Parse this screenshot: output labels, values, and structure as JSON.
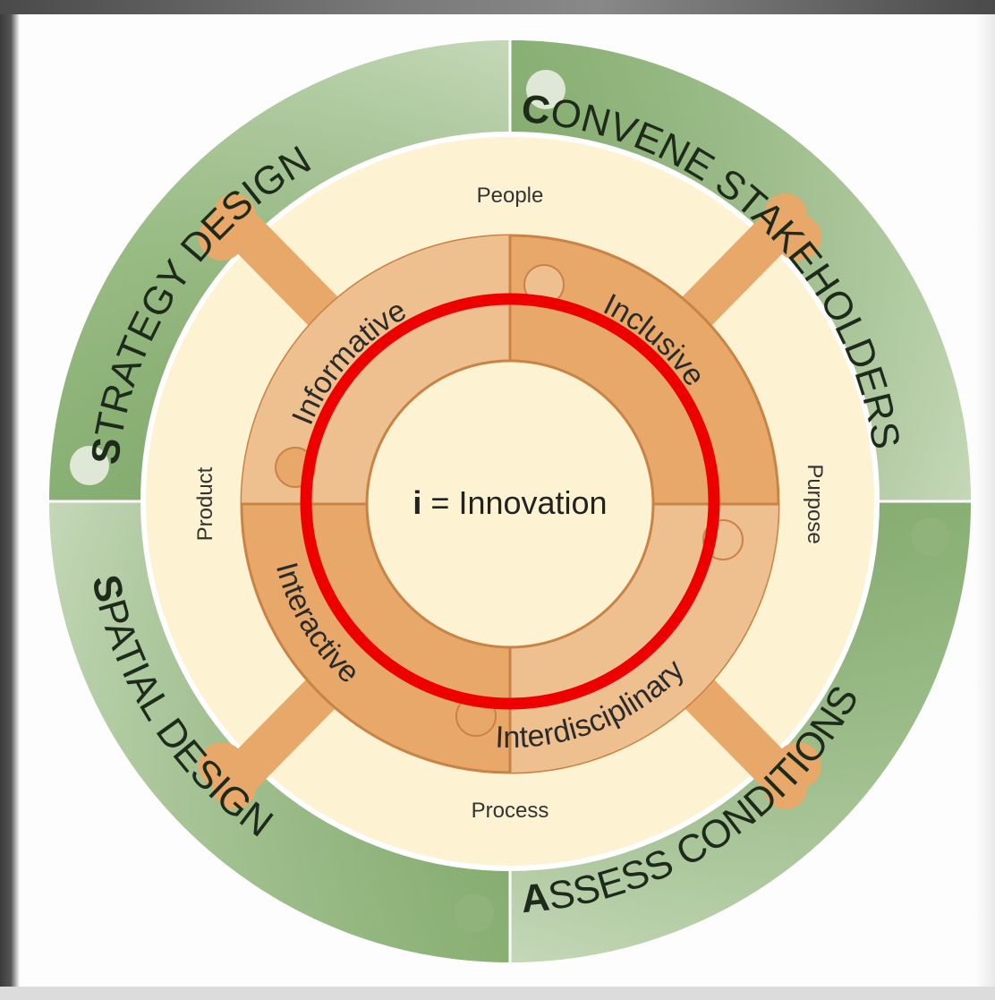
{
  "outer_ring": {
    "strategy": {
      "initial": "S",
      "rest": "TRATEGY DESIGN"
    },
    "convene": {
      "initial": "C",
      "rest": "ONVENE STAKEHOLDERS"
    },
    "assess": {
      "initial": "A",
      "rest": "SSESS CONDITIONS"
    },
    "spatial": {
      "initial": "S",
      "rest": "PATIAL DESIGN"
    }
  },
  "middle_ring": {
    "top": "People",
    "right": "Purpose",
    "bottom": "Process",
    "left": "Product"
  },
  "inner_ring": {
    "tl": "Informative",
    "tr": "Inclusive",
    "br": "Interdisciplinary",
    "bl": "Interactive"
  },
  "center": {
    "bold": "i",
    "rest": " = Innovation"
  },
  "colors": {
    "outer_green": "#8fb37a",
    "outer_light": "#dfe8d6",
    "cream": "#fdf3d2",
    "orange": "#e8a86a",
    "orange_light": "#efc08f",
    "highlight": "#ee0000"
  }
}
